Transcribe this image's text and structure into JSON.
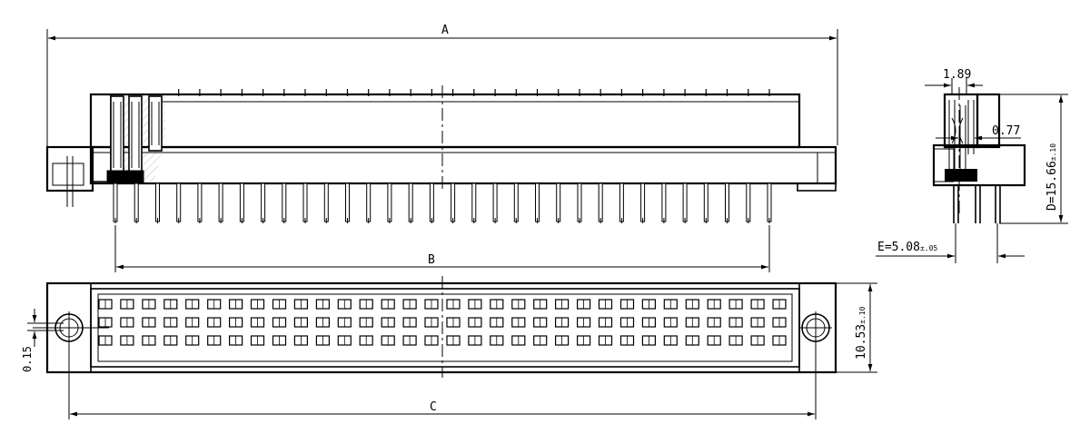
{
  "drawing": {
    "labels": {
      "overall_length": "A",
      "pin_span": "B",
      "mount_span": "C",
      "height_dim": "D=15.66",
      "height_tol": "±.10",
      "pitch_dim": "E=5.08",
      "pitch_tol": "±.05",
      "width_dim": "10.53",
      "width_tol": "±.10",
      "offset_dim": "0.15",
      "wall_dim": "1.89",
      "pin_dim": "0.77"
    },
    "connector": {
      "rows": 3,
      "contacts_per_row": 32,
      "pins_visible": 32
    }
  }
}
